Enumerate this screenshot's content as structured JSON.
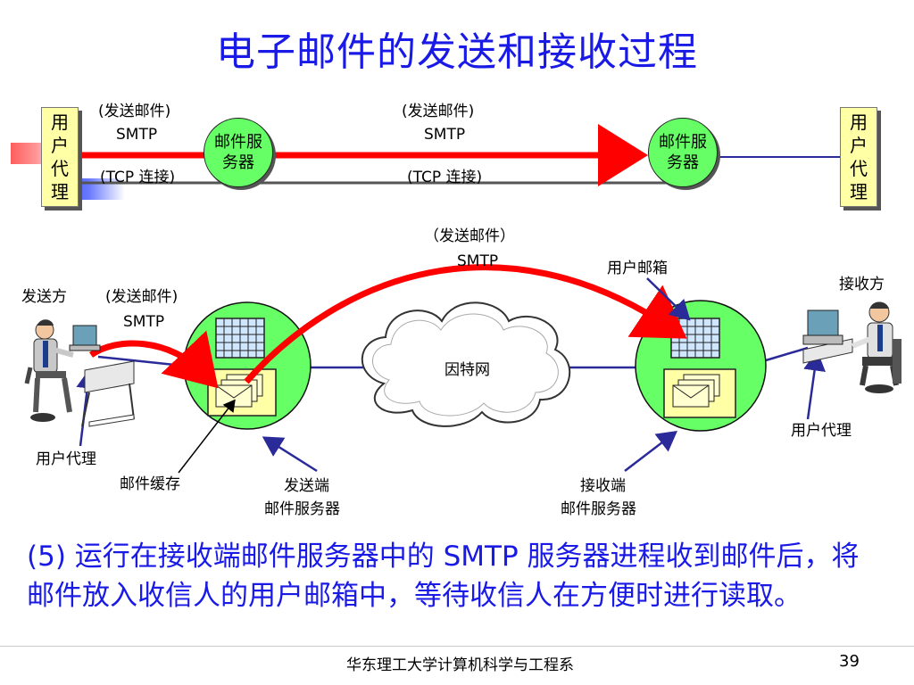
{
  "title": "电子邮件的发送和接收过程",
  "top_diagram": {
    "user_agent_left": "用户代理",
    "user_agent_right": "用户代理",
    "server_left": "邮件服务器",
    "server_right": "邮件服务器",
    "send_label_left": "(发送邮件)",
    "smtp_left": "SMTP",
    "tcp_left": "(TCP 连接)",
    "send_label_mid": "(发送邮件)",
    "smtp_mid": "SMTP",
    "tcp_mid": "(TCP 连接)"
  },
  "bottom_diagram": {
    "sender": "发送方",
    "receiver": "接收方",
    "send_label_left": "(发送邮件)",
    "smtp_left": "SMTP",
    "send_label_top": "（发送邮件）",
    "smtp_top": "SMTP",
    "mailbox": "用户邮箱",
    "internet": "因特网",
    "user_agent_left": "用户代理",
    "user_agent_right": "用户代理",
    "mail_cache": "邮件缓存",
    "sender_server_1": "发送端",
    "sender_server_2": "邮件服务器",
    "receiver_server_1": "接收端",
    "receiver_server_2": "邮件服务器"
  },
  "caption": "(5) 运行在接收端邮件服务器中的 SMTP 服务器进程收到邮件后，将邮件放入收信人的用户邮箱中，等待收信人在方便时进行读取。",
  "footer": "华东理工大学计算机科学与工程系",
  "page_number": "39",
  "colors": {
    "title": "#1a1ae6",
    "arrow": "#ff0000",
    "server": "#66ff66",
    "agent_box": "#ffffa6",
    "line": "#2a2a99"
  }
}
